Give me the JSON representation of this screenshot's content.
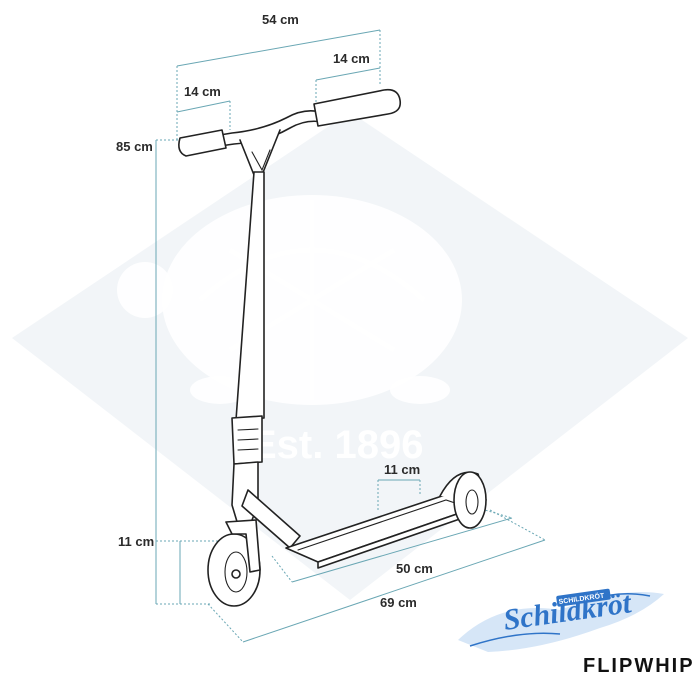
{
  "watermark": {
    "text": "Est. 1896"
  },
  "dimensions": {
    "overall_width": "54 cm",
    "grip_right": "14 cm",
    "grip_left": "14 cm",
    "height": "85 cm",
    "wheel_height": "11 cm",
    "deck_width": "11 cm",
    "deck_length": "50 cm",
    "overall_length": "69 cm"
  },
  "logo": {
    "script_text": "Schildkröt",
    "badge_text": "SCHILDKRÖT"
  },
  "product": {
    "name": "FLIPWHIP"
  },
  "colors": {
    "dimension": "#6aa7b4",
    "watermark": "#f2f5f8",
    "logo": "#2f74c8"
  }
}
